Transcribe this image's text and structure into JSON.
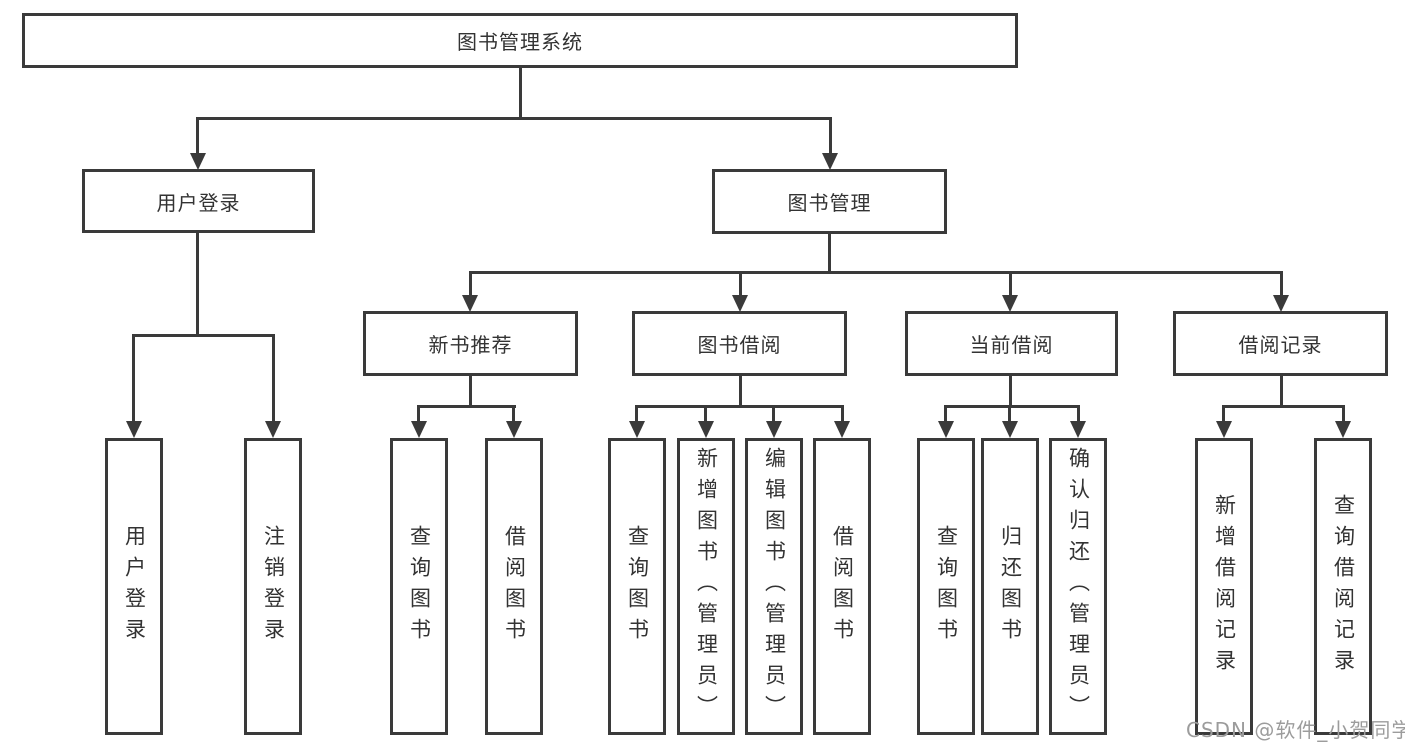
{
  "diagram": {
    "type": "function-structure-tree",
    "colors": {
      "line": "#3a3a3a",
      "text": "#333333",
      "background": "#ffffff",
      "watermark": "#9c9c9c"
    },
    "tree": {
      "label": "图书管理系统",
      "children": [
        {
          "label": "用户登录",
          "children": [
            {
              "label": "用户登录"
            },
            {
              "label": "注销登录"
            }
          ]
        },
        {
          "label": "图书管理",
          "children": [
            {
              "label": "新书推荐",
              "children": [
                {
                  "label": "查询图书"
                },
                {
                  "label": "借阅图书"
                }
              ]
            },
            {
              "label": "图书借阅",
              "children": [
                {
                  "label": "查询图书"
                },
                {
                  "label": "新增图书（管理员）"
                },
                {
                  "label": "编辑图书（管理员）"
                },
                {
                  "label": "借阅图书"
                }
              ]
            },
            {
              "label": "当前借阅",
              "children": [
                {
                  "label": "查询图书"
                },
                {
                  "label": "归还图书"
                },
                {
                  "label": "确认归还（管理员）"
                }
              ]
            },
            {
              "label": "借阅记录",
              "children": [
                {
                  "label": "新增借阅记录"
                },
                {
                  "label": "查询借阅记录"
                }
              ]
            }
          ]
        }
      ]
    },
    "watermark": {
      "text": "CSDN @软件_小贺同学"
    }
  }
}
